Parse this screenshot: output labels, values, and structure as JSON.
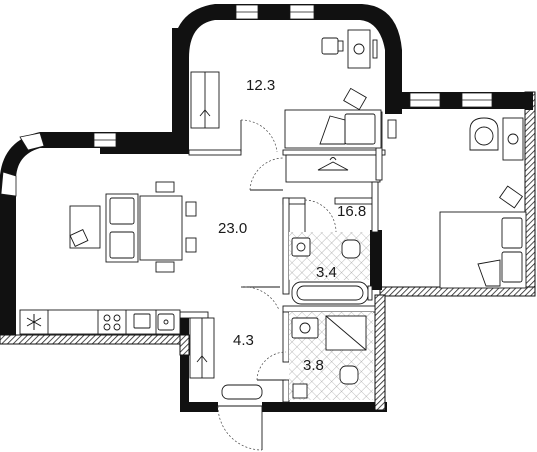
{
  "floor_plan": {
    "rooms": [
      {
        "id": "living-kitchen",
        "area": "23.0"
      },
      {
        "id": "bedroom-small",
        "area": "12.3"
      },
      {
        "id": "bedroom-large",
        "area": "16.8"
      },
      {
        "id": "bathroom",
        "area": "3.4"
      },
      {
        "id": "hallway",
        "area": "4.3"
      },
      {
        "id": "wc",
        "area": "3.8"
      }
    ],
    "colors": {
      "wall": "#111111",
      "line": "#1a1a1a",
      "background": "#ffffff"
    },
    "icons": [
      "snowflake-icon",
      "hanger-icon"
    ]
  }
}
